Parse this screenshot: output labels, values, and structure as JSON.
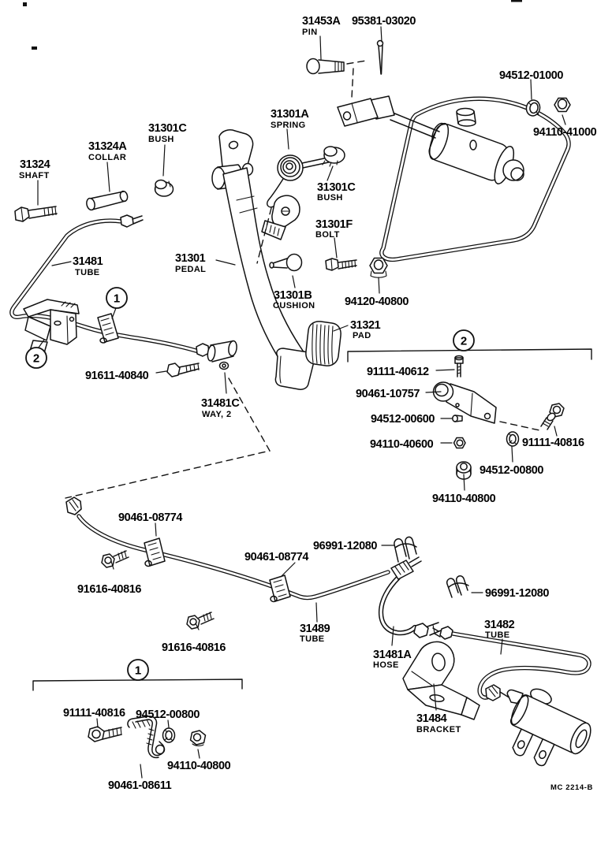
{
  "doc": {
    "code": "MC 2214-B"
  },
  "callouts": {
    "one": "1",
    "two": "2"
  },
  "parts": {
    "pin": {
      "num": "31453A",
      "label": "PIN"
    },
    "cotter_pin": {
      "num": "95381-03020"
    },
    "washer_94512_01000": {
      "num": "94512-01000"
    },
    "nut_94110_41000": {
      "num": "94110-41000"
    },
    "collar": {
      "num": "31324A",
      "label": "COLLAR"
    },
    "bush_upper": {
      "num": "31301C",
      "label": "BUSH"
    },
    "shaft": {
      "num": "31324",
      "label": "SHAFT"
    },
    "spring": {
      "num": "31301A",
      "label": "SPRING"
    },
    "bush_lower": {
      "num": "31301C",
      "label": "BUSH"
    },
    "bolt_31301f": {
      "num": "31301F",
      "label": "BOLT"
    },
    "tube_31481": {
      "num": "31481",
      "label": "TUBE"
    },
    "pedal": {
      "num": "31301",
      "label": "PEDAL"
    },
    "cushion": {
      "num": "31301B",
      "label": "CUSHION"
    },
    "nut_94120_40800": {
      "num": "94120-40800"
    },
    "pad": {
      "num": "31321",
      "label": "PAD"
    },
    "bolt_91611_40840": {
      "num": "91611-40840"
    },
    "way_31481c": {
      "num": "31481C",
      "label": "WAY, 2"
    },
    "screw_91111_40612": {
      "num": "91111-40612"
    },
    "clamp_90461_10757": {
      "num": "90461-10757"
    },
    "screw_94512_00600": {
      "num": "94512-00600"
    },
    "nut_94110_40600": {
      "num": "94110-40600"
    },
    "bolt_91111_40816_right": {
      "num": "91111-40816"
    },
    "washer_94512_00800_right": {
      "num": "94512-00800"
    },
    "nut_94110_40800_right": {
      "num": "94110-40800"
    },
    "clamp_90461_08774_left": {
      "num": "90461-08774"
    },
    "clamp_90461_08774_right": {
      "num": "90461-08774"
    },
    "bolt_91616_40816_left": {
      "num": "91616-40816"
    },
    "bolt_91616_40816_right": {
      "num": "91616-40816"
    },
    "clip_96991_12080_upper": {
      "num": "96991-12080"
    },
    "clip_96991_12080_lower": {
      "num": "96991-12080"
    },
    "tube_31489": {
      "num": "31489",
      "label": "TUBE"
    },
    "hose_31481a": {
      "num": "31481A",
      "label": "HOSE"
    },
    "tube_31482": {
      "num": "31482",
      "label": "TUBE"
    },
    "bracket_31484": {
      "num": "31484",
      "label": "BRACKET"
    },
    "bolt_91111_40816_bottom": {
      "num": "91111-40816"
    },
    "washer_94512_00800_bottom": {
      "num": "94512-00800"
    },
    "nut_94110_40800_bottom": {
      "num": "94110-40800"
    },
    "clamp_90461_08611": {
      "num": "90461-08611"
    }
  }
}
